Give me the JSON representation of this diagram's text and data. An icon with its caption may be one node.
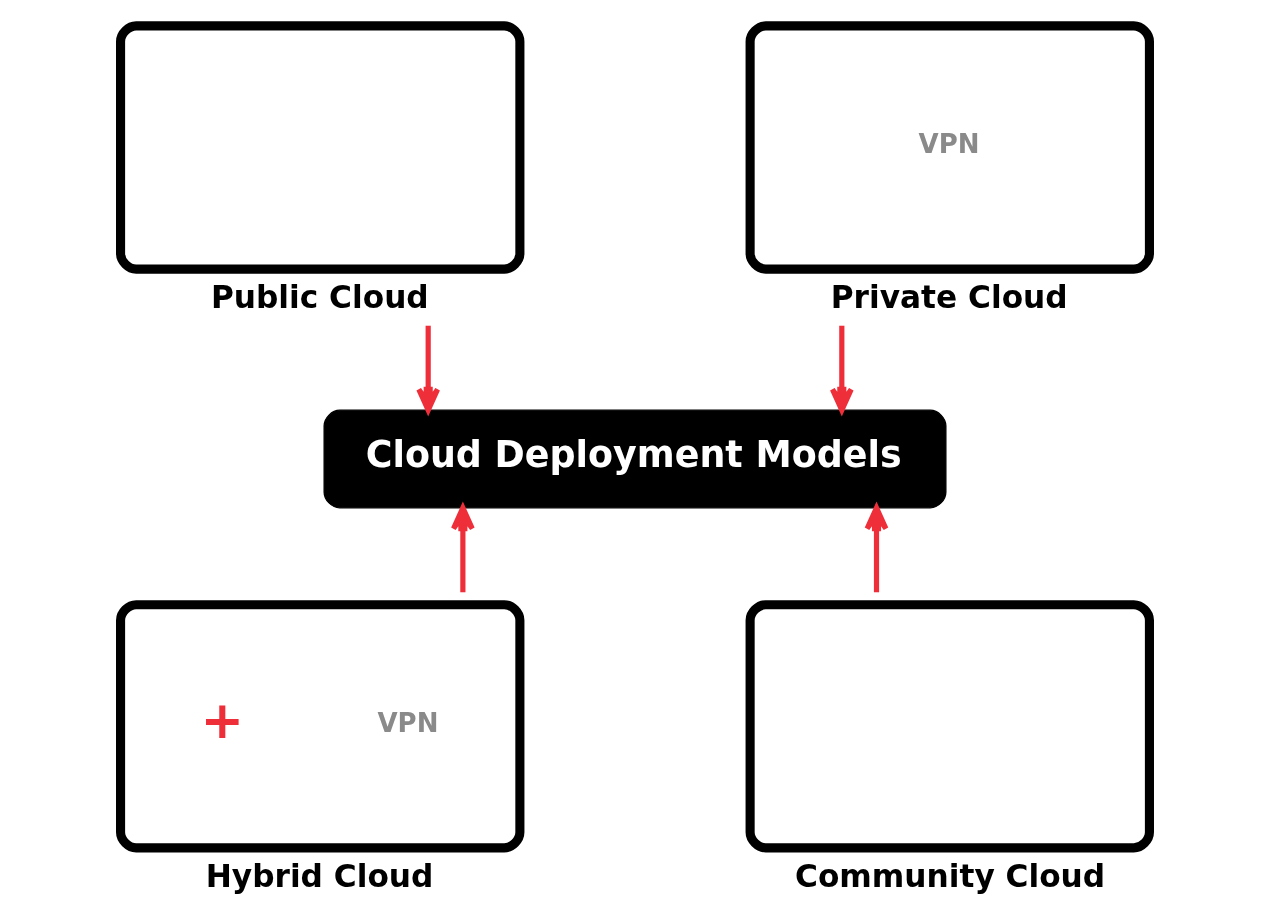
{
  "diagram": {
    "nodes": [
      {
        "text": [
          "Public Cloud"
        ]
      },
      {
        "text": [
          "VPN",
          "Private Cloud"
        ]
      },
      {
        "text": [
          "Cloud Deployment Models"
        ]
      },
      {
        "text": [
          "+",
          "VPN",
          "Hybrid Cloud"
        ]
      },
      {
        "text": [
          "Community Cloud"
        ]
      }
    ],
    "edges": [
      {
        "from": 0,
        "to": 2,
        "arrow": "to"
      },
      {
        "from": 1,
        "to": 2,
        "arrow": "to"
      },
      {
        "from": 3,
        "to": 2,
        "arrow": "to"
      },
      {
        "from": 4,
        "to": 2,
        "arrow": "to"
      }
    ]
  }
}
